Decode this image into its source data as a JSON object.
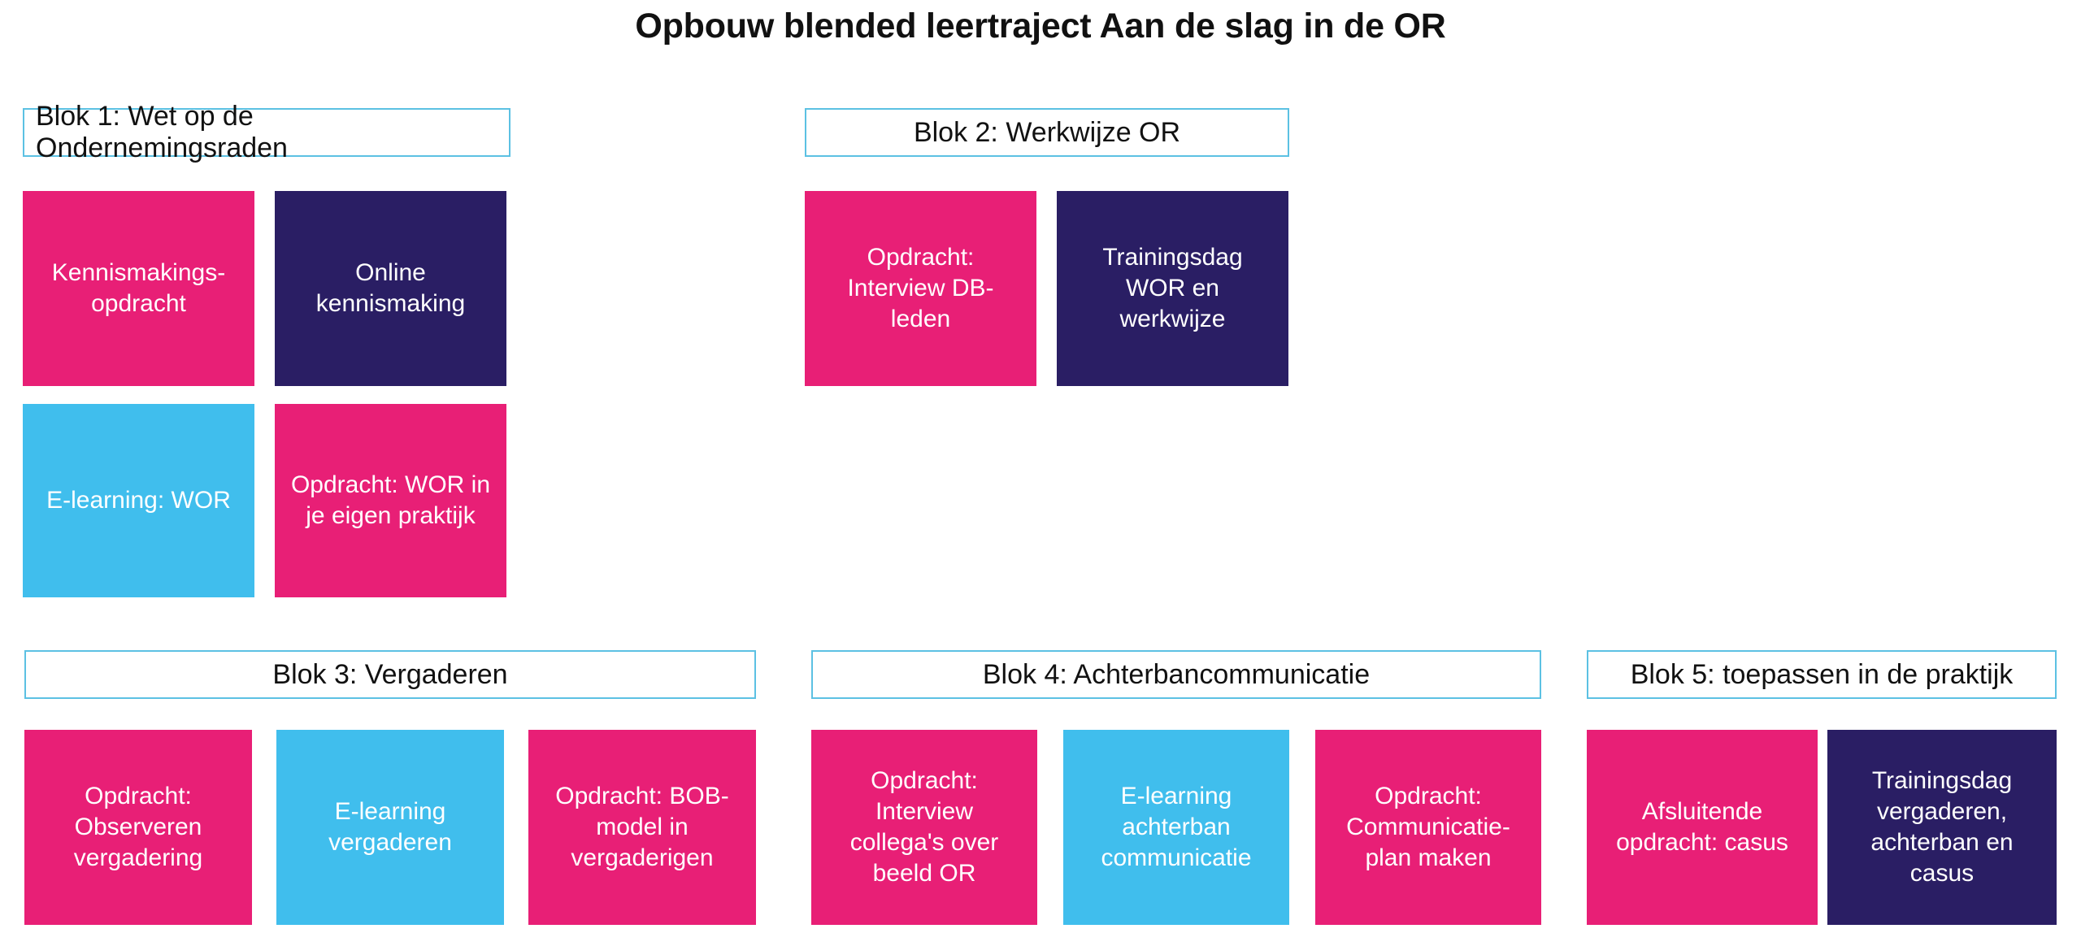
{
  "title": "Opbouw blended leertraject Aan de slag in de OR",
  "colors": {
    "pink": "#E81F76",
    "navy": "#2A1E64",
    "blue": "#40BEED",
    "header_border": "#5CC1E3",
    "title_text": "#111111",
    "card_text": "#FFFFFF",
    "background": "#FFFFFF"
  },
  "blocks": [
    {
      "id": "blok1",
      "header": "Blok 1: Wet op de Ondernemingsraden",
      "header_align": "left",
      "cards": [
        {
          "label": "Kennismakings-\nopdracht",
          "color": "pink"
        },
        {
          "label": "Online\nkennismaking",
          "color": "navy"
        },
        {
          "label": "E-learning: WOR",
          "color": "blue"
        },
        {
          "label": "Opdracht: WOR in\nje eigen praktijk",
          "color": "pink"
        }
      ]
    },
    {
      "id": "blok2",
      "header": "Blok 2: Werkwijze OR",
      "header_align": "center",
      "cards": [
        {
          "label": "Opdracht:\nInterview DB-\nleden",
          "color": "pink"
        },
        {
          "label": "Trainingsdag\nWOR en\nwerkwijze",
          "color": "navy"
        }
      ]
    },
    {
      "id": "blok3",
      "header": "Blok 3: Vergaderen",
      "header_align": "center",
      "cards": [
        {
          "label": "Opdracht:\nObserveren\nvergadering",
          "color": "pink"
        },
        {
          "label": "E-learning\nvergaderen",
          "color": "blue"
        },
        {
          "label": "Opdracht: BOB-\nmodel in\nvergaderigen",
          "color": "pink"
        }
      ]
    },
    {
      "id": "blok4",
      "header": "Blok 4: Achterbancommunicatie",
      "header_align": "center",
      "cards": [
        {
          "label": "Opdracht:\nInterview\ncollega's over\nbeeld OR",
          "color": "pink"
        },
        {
          "label": "E-learning\nachterban\ncommunicatie",
          "color": "blue"
        },
        {
          "label": "Opdracht:\nCommunicatie-\nplan maken",
          "color": "pink"
        }
      ]
    },
    {
      "id": "blok5",
      "header": "Blok 5: toepassen in de praktijk",
      "header_align": "center",
      "cards": [
        {
          "label": "Afsluitende\nopdracht: casus",
          "color": "pink"
        },
        {
          "label": "Trainingsdag\nvergaderen,\nachterban en\ncasus",
          "color": "navy"
        }
      ]
    }
  ]
}
